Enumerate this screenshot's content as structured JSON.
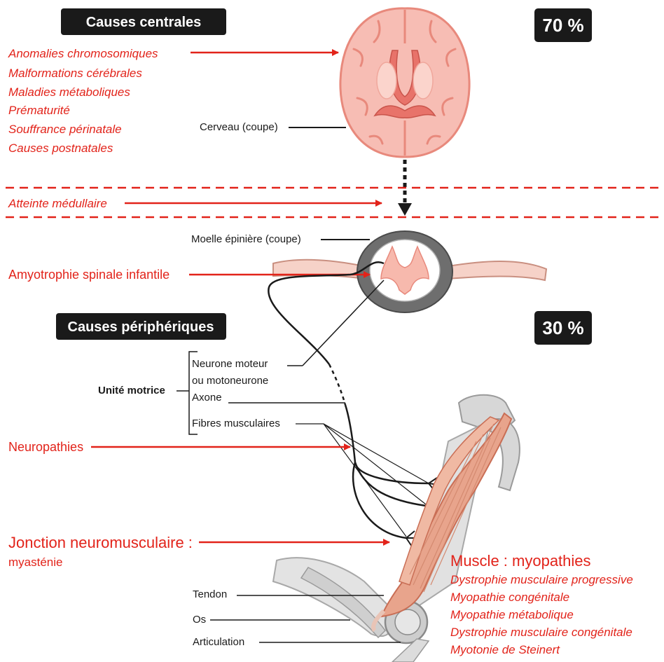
{
  "colors": {
    "red": "#e2231a",
    "black": "#1a1a1a",
    "muscle": "#e8a48c",
    "muscle_dark": "#c96e55",
    "brain": "#f7bdb4",
    "brain_dark": "#e8897c",
    "bone": "#d3d3d3",
    "cord_gray": "#6e6e6e"
  },
  "central": {
    "badge": "Causes centrales",
    "percent": "70 %",
    "causes": [
      "Anomalies chromosomiques",
      "Malformations cérébrales",
      "Maladies métaboliques",
      "Prématurité",
      "Souffrance périnatale",
      "Causes postnatales"
    ],
    "brain_label": "Cerveau (coupe)"
  },
  "medullary": {
    "label": "Atteinte médullaire",
    "cord_label": "Moelle épinière (coupe)",
    "spinal_cause": "Amyotrophie spinale infantile"
  },
  "peripheral": {
    "badge": "Causes périphériques",
    "percent": "30 %",
    "unit_label": "Unité motrice",
    "unit_parts": [
      "Neurone moteur",
      "ou motoneurone",
      "Axone",
      "Fibres musculaires"
    ],
    "neuropathies": "Neuropathies",
    "junction_title": "Jonction neuromusculaire :",
    "junction_sub": "myasténie",
    "muscle_title": "Muscle : myopathies",
    "muscle_list": [
      "Dystrophie musculaire progressive",
      "Myopathie congénitale",
      "Myopathie métabolique",
      "Dystrophie musculaire congénitale",
      "Myotonie de Steinert"
    ],
    "anatomy_labels": [
      "Tendon",
      "Os",
      "Articulation"
    ]
  }
}
